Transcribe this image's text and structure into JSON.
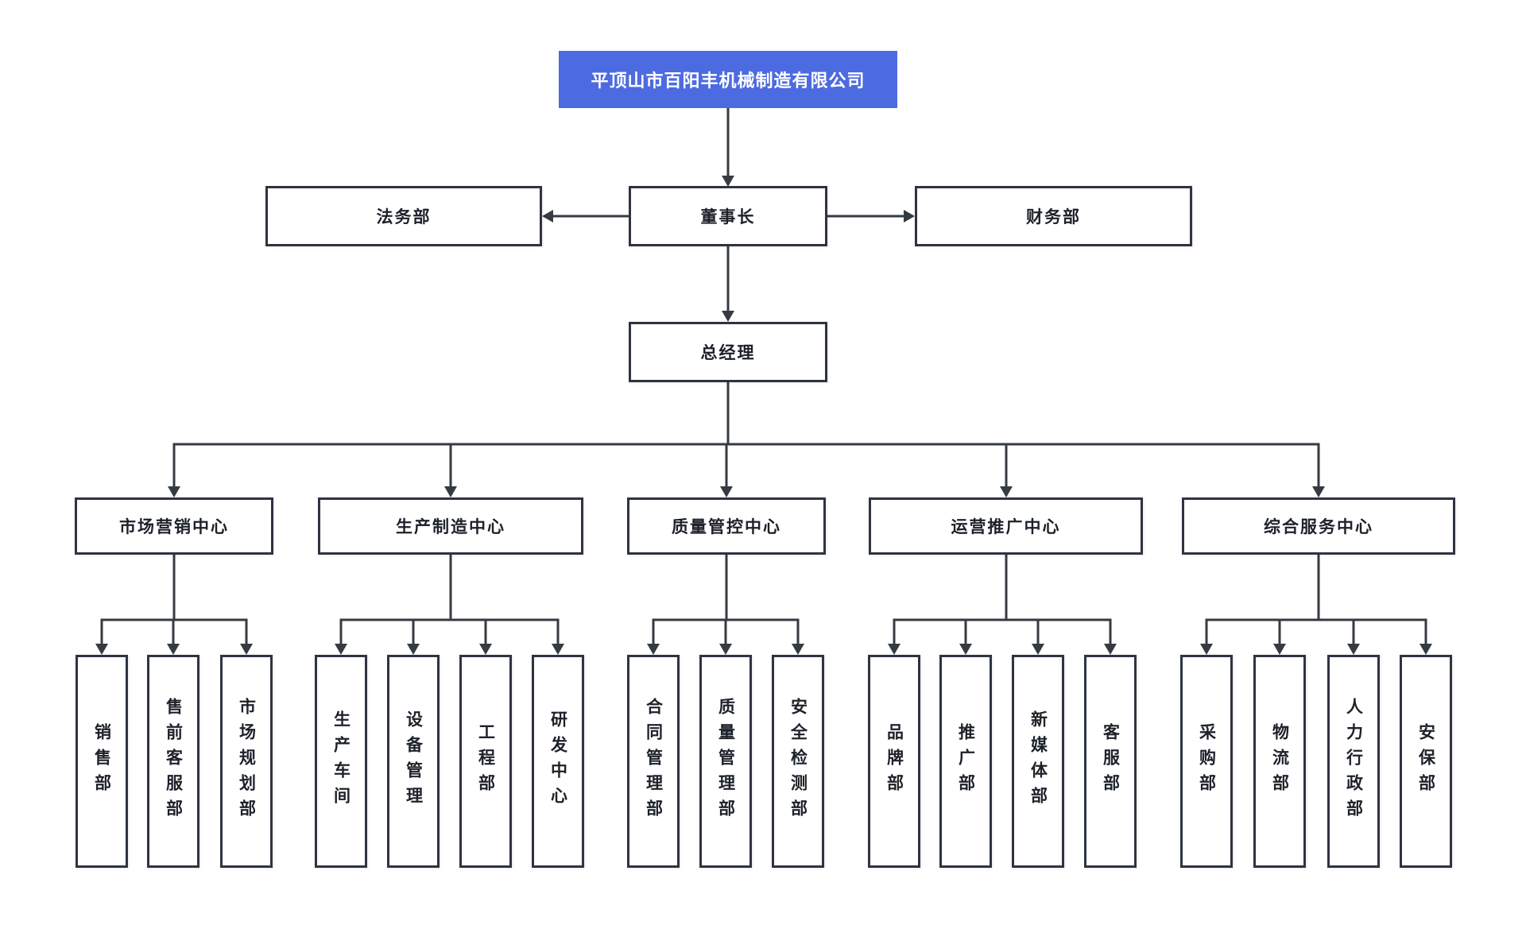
{
  "org_chart": {
    "root": "平顶山市百阳丰机械制造有限公司",
    "executive_row": {
      "left": "法务部",
      "center": "董事长",
      "right": "财务部"
    },
    "general_manager": "总经理",
    "centers": [
      {
        "label": "市场营销中心",
        "departments": [
          "销售部",
          "售前客服部",
          "市场规划部"
        ]
      },
      {
        "label": "生产制造中心",
        "departments": [
          "生产车间",
          "设备管理",
          "工程部",
          "研发中心"
        ]
      },
      {
        "label": "质量管控中心",
        "departments": [
          "合同管理部",
          "质量管理部",
          "安全检测部"
        ]
      },
      {
        "label": "运营推广中心",
        "departments": [
          "品牌部",
          "推广部",
          "新媒体部",
          "客服部"
        ]
      },
      {
        "label": "综合服务中心",
        "departments": [
          "采购部",
          "物流部",
          "人力行政部",
          "安保部"
        ]
      }
    ],
    "colors": {
      "root_bg": "#4d6be0",
      "root_text": "#ffffff",
      "node_border": "#2e3440",
      "connector": "#363b42",
      "node_text": "#1d2129"
    }
  }
}
